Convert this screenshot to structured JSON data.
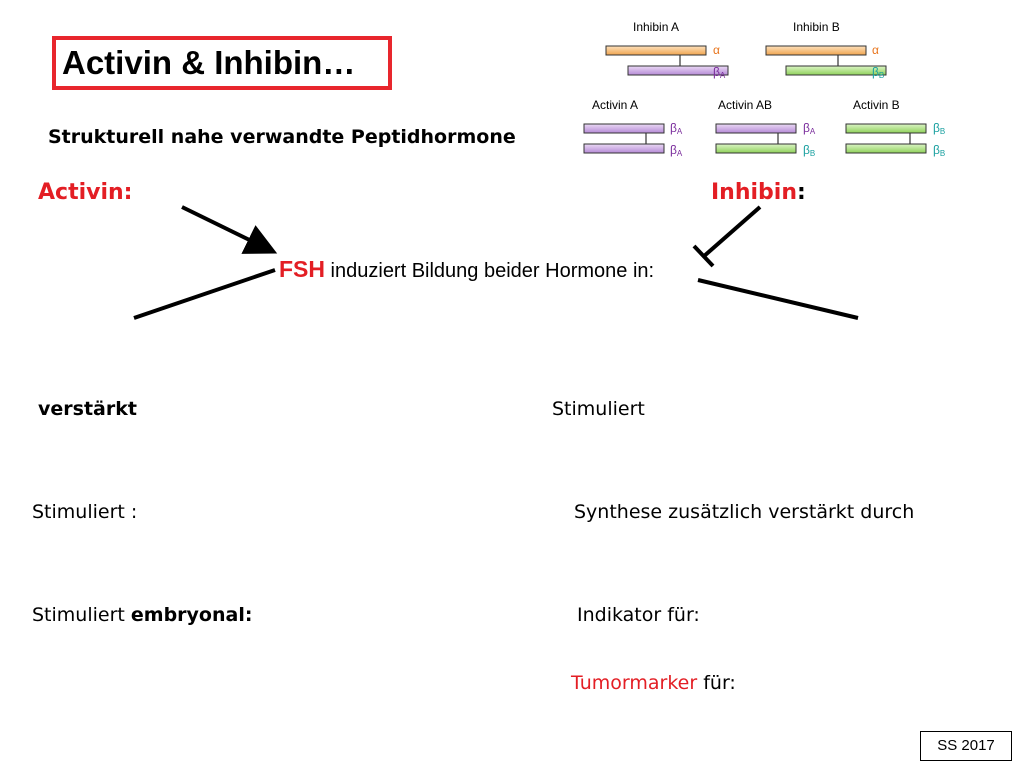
{
  "slide": {
    "title": "Activin & Inhibin…",
    "subtitle": "Strukturell nahe verwandte Peptidhormone",
    "activin_heading": "Activin:",
    "inhibin_heading_word": "Inhibin",
    "inhibin_heading_colon": ":",
    "fsh_word": "FSH",
    "fsh_rest": " induziert Bildung beider Hormone in:",
    "left_col": {
      "line1": "verstärkt",
      "line2": "Stimuliert :",
      "line3_plain": "Stimuliert ",
      "line3_bold": "embryonal:"
    },
    "right_col": {
      "line1": "Stimuliert",
      "line2": "Synthese zusätzlich verstärkt durch",
      "line3": "Indikator für:",
      "line4_red": "Tumormarker",
      "line4_rest": " für:"
    },
    "footer": "SS 2017"
  },
  "diagram": {
    "inhibin_a": "Inhibin A",
    "inhibin_b": "Inhibin B",
    "activin_a": "Activin A",
    "activin_ab": "Activin AB",
    "activin_b": "Activin B",
    "alpha": "α",
    "beta": "β",
    "sub_a": "A",
    "sub_b": "B",
    "colors": {
      "alpha": "#f4b26a",
      "beta_a": "#c9a6e0",
      "beta_b": "#a8df7a",
      "alpha_label": "#e8741c",
      "beta_a_label": "#7a2c9c",
      "beta_b_label": "#1aa0a0"
    }
  }
}
